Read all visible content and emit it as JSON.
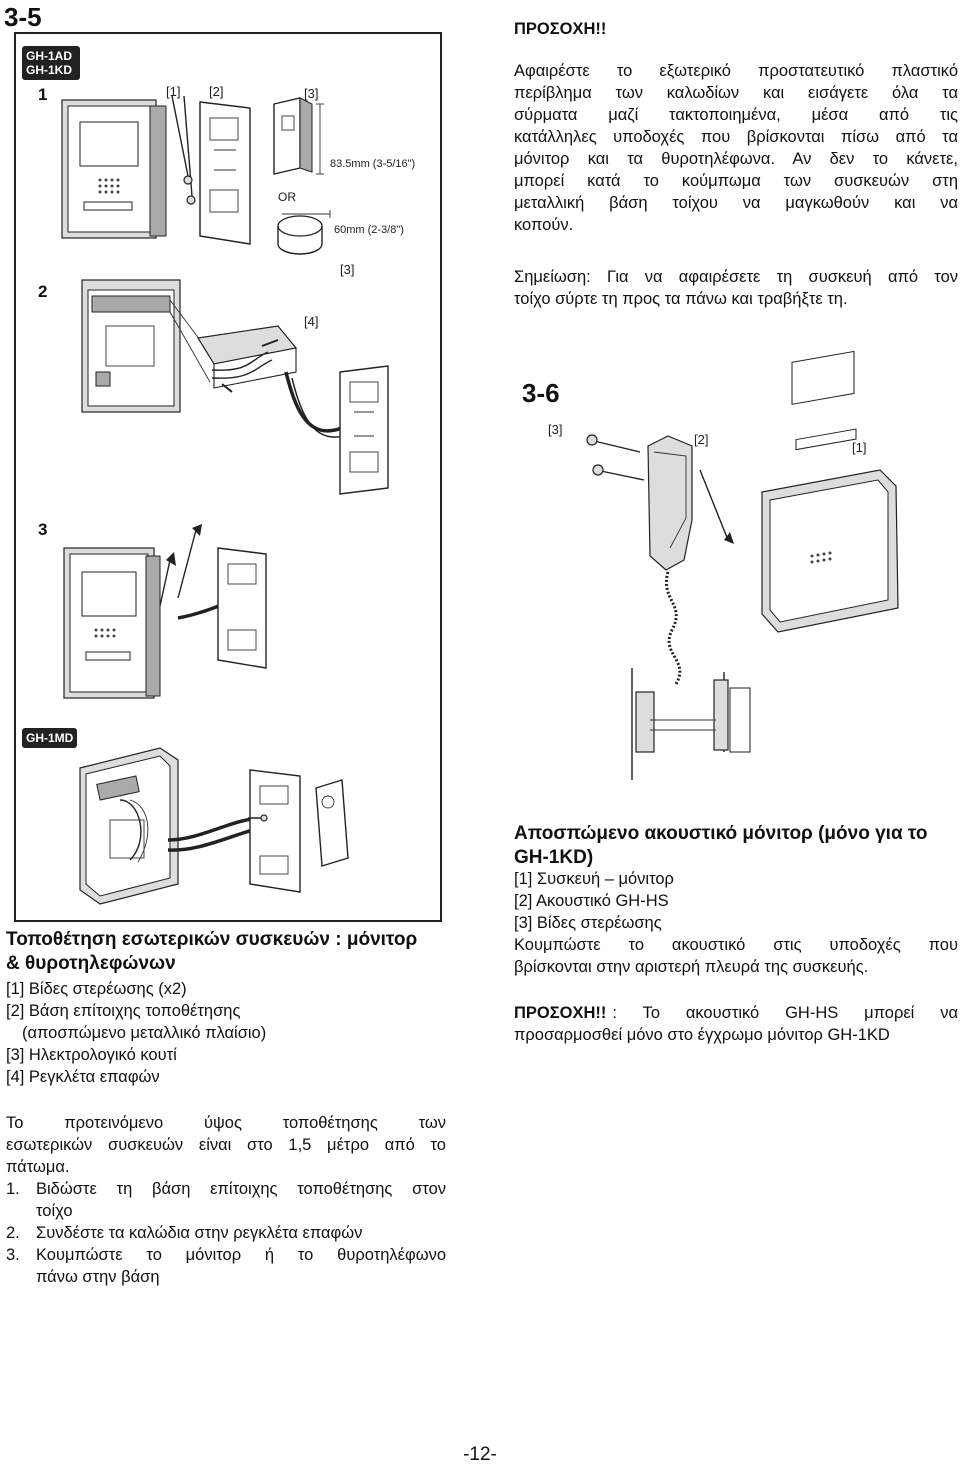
{
  "left": {
    "section_35": "3-5",
    "badge_models": [
      "GH-1AD",
      "GH-1KD"
    ],
    "badge_md": "GH-1MD",
    "steps": [
      "1",
      "2",
      "3"
    ],
    "diagram1_labels": [
      "[1]",
      "[2]",
      "[3]"
    ],
    "dim_height": "83.5mm (3-5/16\")",
    "dim_or": "OR",
    "dim_width": "60mm (2-3/8\")",
    "diagram2_labels": [
      "[3]",
      "[4]"
    ],
    "heading": "Τοποθέτηση εσωτερικών συσκευών : μόνιτορ & θυροτηλεφώνων",
    "items": [
      "[1] Βίδες στερέωσης (x2)",
      "[2] Βάση επίτοιχης τοποθέτησης",
      "(αποσπώμενο μεταλλικό πλαίσιο)",
      "[3] Ηλεκτρολογικό κουτί",
      "[4] Ρεγκλέτα επαφών"
    ],
    "para_lines": [
      "Το προτεινόμενο ύψος τοποθέτησης των",
      "εσωτερικών συσκευών είναι στο 1,5 μέτρο από το",
      "πάτωμα."
    ],
    "numbered": [
      {
        "num": "1.",
        "lines": [
          "Βιδώστε τη βάση επίτοιχης τοποθέτησης στον",
          "τοίχο"
        ]
      },
      {
        "num": "2.",
        "lines": [
          "Συνδέστε τα καλώδια στην ρεγκλέτα επαφών"
        ]
      },
      {
        "num": "3.",
        "lines": [
          "Κουμπώστε το μόνιτορ ή το θυροτηλέφωνο",
          "πάνω στην βάση"
        ]
      }
    ]
  },
  "right": {
    "caution_title": "ΠΡΟΣΟΧΗ!!",
    "caution_lines": [
      "Αφαιρέστε το εξωτερικό προστατευτικό πλαστικό",
      "περίβλημα των καλωδίων και εισάγετε όλα τα",
      "σύρματα μαζί τακτοποιημένα, μέσα από τις",
      "κατάλληλες υποδοχές που βρίσκονται πίσω από τα",
      "μόνιτορ και τα θυροτηλέφωνα. Αν δεν το κάνετε,",
      "μπορεί κατά το κούμπωμα των συσκευών στη",
      "μεταλλική βάση τοίχου να μαγκωθούν και να",
      "κοπούν."
    ],
    "note_lines": [
      "Σημείωση: Για να αφαιρέσετε τη συσκευή από τον",
      "τοίχο σύρτε τη προς τα πάνω και τραβήξτε τη."
    ],
    "section_36": "3-6",
    "diagram3_labels": [
      "[3]",
      "[2]",
      "[1]"
    ],
    "heading": "Αποσπώμενο ακουστικό μόνιτορ (μόνο για το GH-1KD)",
    "items": [
      "[1] Συσκευή – μόνιτορ",
      "[2] Ακουστικό GH-HS",
      "[3] Βίδες στερέωσης"
    ],
    "instr_lines": [
      "Κουμπώστε το ακουστικό στις υποδοχές που",
      "βρίσκονται στην αριστερή πλευρά της συσκευής."
    ],
    "caution2_bold": "ΠΡΟΣΟΧΗ!!",
    "caution2_lines": [
      ": Το ακουστικό  GH-HS μπορεί να",
      "προσαρμοσθεί μόνο στο έγχρωμο μόνιτορ GH-1KD"
    ]
  },
  "page_number": "-12-"
}
